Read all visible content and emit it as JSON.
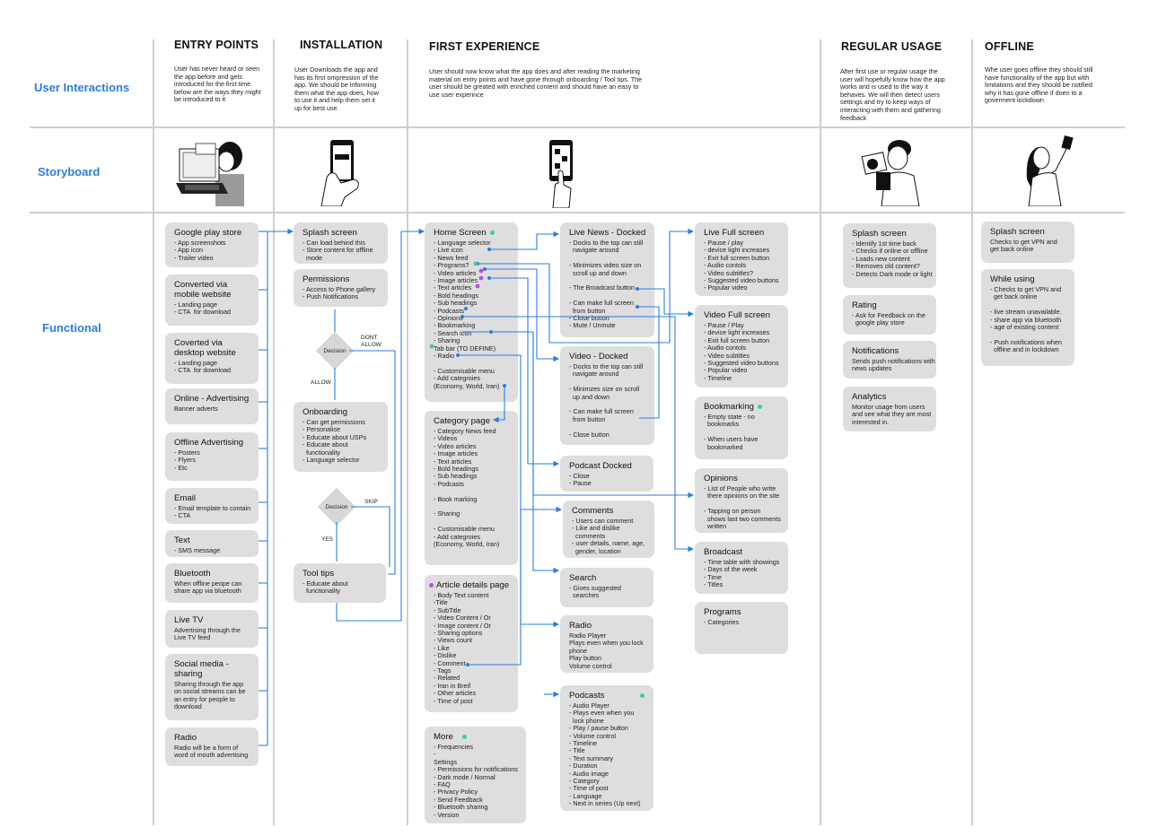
{
  "rows": {
    "user_interactions": "User Interactions",
    "storyboard": "Storyboard",
    "functional": "Functional"
  },
  "columns": [
    {
      "title": "ENTRY POINTS",
      "desc": "User has never heard or seen the app before and gets introduced for the first time. below are the ways they might be introduced to it"
    },
    {
      "title": "INSTALLATION",
      "desc": "User Downloads the app and has its first ompression of the app. We should be informing them what the app does, how to use it and help them set it up for best use."
    },
    {
      "title": "FIRST EXPERIENCE",
      "desc": "User should now know what the app does and after reading the marketing material on entry points and have gone through onboarding / Tool tips. The user should be greated with enriched content and should have an easy to use user experince"
    },
    {
      "title": "REGULAR USAGE",
      "desc": "After first use or regular usage the user will hopefully know how the app works and is used to the way it behaves. We will then detect users settings and try to keep ways of interacting with them and gathering feedback"
    },
    {
      "title": "OFFLINE",
      "desc": "Whe user goes offline they should still have functionality of the app but with limitations and they should be notified why it has gone offline if doen to a goverment lockdown"
    }
  ],
  "colors": {
    "accent": "#2a7de1",
    "green_dot": "#3ecf8e",
    "purple_dot": "#c04be0",
    "card": "#dedede"
  },
  "entry_cards": [
    {
      "title": "Google play store",
      "items": [
        "- App screenshots",
        "- App icon",
        "- Trailer video"
      ]
    },
    {
      "title": "Converted via\nmobile website",
      "items": [
        "- Landing page",
        "- CTA  for download"
      ]
    },
    {
      "title": "Coverted via\ndesktop website",
      "items": [
        "- Landing page",
        "- CTA  for download"
      ]
    },
    {
      "title": "Online - Advertising",
      "items": [
        "Banner adverts"
      ]
    },
    {
      "title": "Offline Advertising",
      "items": [
        "- Posters",
        "- Flyers",
        "- Etc"
      ]
    },
    {
      "title": "Email",
      "items": [
        "- Email template to contain",
        "- CTA"
      ]
    },
    {
      "title": "Text",
      "items": [
        "- SMS message"
      ]
    },
    {
      "title": "Bluetooth",
      "items": [
        "When offline peope can",
        "share app via bluetooth"
      ]
    },
    {
      "title": "Live TV",
      "items": [
        "Advertising through the",
        "Live TV feed"
      ]
    },
    {
      "title": "Social media -\nsharing",
      "items": [
        "Sharing through the app",
        "on social streams can be",
        "an entry for people to",
        "download"
      ]
    },
    {
      "title": "Radio",
      "items": [
        "Radio will be a form of",
        "word of mouth advertising"
      ]
    }
  ],
  "install": {
    "splash": {
      "title": "Splash screen",
      "items": [
        "- Can load behind this",
        "- Store content for offline",
        "  mode"
      ]
    },
    "permissions": {
      "title": "Permissions",
      "items": [
        "- Access to Phone gallery",
        "- Push Notifications"
      ]
    },
    "decision1": "Decision",
    "dont_allow": "DONT\nALLOW",
    "allow": "ALLOW",
    "onboarding": {
      "title": "Onboarding",
      "items": [
        "- Can get permissions",
        "- Personalise",
        "- Educate about USPs",
        "- Educate about",
        "  functionality",
        "- Language selector"
      ]
    },
    "decision2": "Decision",
    "skip": "SKIP",
    "yes": "YES",
    "tooltips": {
      "title": "Tool tips",
      "items": [
        "- Educate about",
        "  functionality"
      ]
    }
  },
  "first": {
    "home": {
      "title": "Home Screen",
      "items": [
        "- Language selector",
        "- Live icon",
        "- News feed",
        "- Programs?",
        "- Video articles",
        "- Image articles",
        "- Text articles",
        "- Bold headings",
        "- Sub headings",
        "- Podcasts",
        "- Opinions",
        "- Bookmarking",
        "- Search icon",
        "- Sharing",
        "Tab bar (TO DEFINE)",
        "- Radio",
        "",
        "- Customisable menu",
        "- Add categroies",
        "(Economy, World, Iran)"
      ]
    },
    "category": {
      "title": "Category page",
      "items": [
        "- Category News feed",
        "- Videos",
        "- Video articles",
        "- Image articles",
        "- Text articles",
        "- Bold headings",
        "- Sub headings",
        "- Podcasts",
        "",
        "- Book marking",
        "",
        "- Sharing",
        "",
        "- Customisable menu",
        "- Add categroies",
        "(Economy, World, Iran)"
      ]
    },
    "article": {
      "title": "Article details page",
      "items": [
        "- Body Text content",
        "-Title",
        "- SubTitle",
        "- Video Content / Or",
        "- Image content / Or",
        "- Sharing options",
        "- Views count",
        "- Like",
        "- Dislike",
        "- Comment",
        "- Tags",
        "- Related",
        "- Iran in Breif",
        "- Other articles",
        "- Time of post"
      ]
    },
    "more": {
      "title": "More",
      "items": [
        "- Frequencies",
        "-",
        "Settings",
        "- Permissions for notifications",
        "- Dark mode / Normal",
        "- FAQ",
        "- Privacy Policy",
        "- Send Feedback",
        "- Bluetooth sharing",
        "- Version"
      ]
    },
    "live_docked": {
      "title": "Live News - Docked",
      "items": [
        "- Docks to the top can still",
        "  navigate around",
        "",
        "- Minimizes video size on",
        "  scroll up and down",
        "",
        "- The Broadcast button",
        "",
        "- Can make full screen",
        "  from button",
        "- Close button",
        "- Mute / Unmute"
      ]
    },
    "video_docked": {
      "title": "Video - Docked",
      "items": [
        "- Docks to the top can still",
        "  navigate around",
        "",
        "- Minimzes size on scroll",
        "  up and down",
        "",
        "- Can make full screen",
        "  from button",
        "",
        "- Close button"
      ]
    },
    "podcast_docked": {
      "title": "Podcast Docked",
      "items": [
        "- Close",
        "- Pause"
      ]
    },
    "comments": {
      "title": "Comments",
      "items": [
        "- Users can comment",
        "- Like and dislike",
        "  comments",
        "- user details, name, age,",
        "  gender, location"
      ]
    },
    "search": {
      "title": "Search",
      "items": [
        "- Gives suggested",
        "  searches"
      ]
    },
    "radio": {
      "title": "Radio",
      "items": [
        "Radio Player",
        "Plays even when you lock",
        "phone",
        "Play button",
        "Volume control"
      ]
    },
    "podcasts": {
      "title": "Podcasts",
      "items": [
        "- Audio Player",
        "- Plays even when you",
        "  lock phone",
        "- Play / pause button",
        "- Volume control",
        "- Timeline",
        "- Title",
        "- Text summary",
        "- Duration",
        "- Audio image",
        "- Category",
        "- Time of post",
        "- Language",
        "- Next in series (Up next)"
      ]
    },
    "live_full": {
      "title": "Live Full screen",
      "items": [
        "- Pause / play",
        "- device light increases",
        "- Exit full screen button",
        "- Audio contols",
        "- Video subtitles?",
        "- Suggested video buttons",
        "- Popular video"
      ]
    },
    "video_full": {
      "title": "Video Full screen",
      "items": [
        "- Pause / Play",
        "- device light increases",
        "- Exit full screen button",
        "- Audio contols",
        "- Video subtitles",
        "- Suggested video buttons",
        "- Popular video",
        "- Timeline"
      ]
    },
    "bookmarking": {
      "title": "Bookmarking",
      "items": [
        "- Empty state - no",
        "  bookmarks",
        "",
        "- When users have",
        "  bookmarked"
      ]
    },
    "opinions": {
      "title": "Opinions",
      "items": [
        "- List of People who write",
        "  there opinions on the site",
        "",
        "- Tapping on person",
        "  shows last two comments",
        "  written"
      ]
    },
    "broadcast": {
      "title": "Broadcast",
      "items": [
        "- Time table with showings",
        "- Days of the week",
        "- Time",
        "- Titles"
      ]
    },
    "programs": {
      "title": "Programs",
      "items": [
        "- Categories"
      ]
    }
  },
  "regular": [
    {
      "title": "Splash screen",
      "items": [
        "- Identify 1st time back",
        "- Checks if online or offline",
        "- Loads new content",
        "- Removes old content?",
        "- Detects Dark mode or light"
      ]
    },
    {
      "title": "Rating",
      "items": [
        "- Ask for Feedback on the",
        "  google play store"
      ]
    },
    {
      "title": "Notifications",
      "items": [
        "Sends push notifications with",
        "news updates"
      ]
    },
    {
      "title": "Analytics",
      "items": [
        "Monitor usage from users",
        "and see what they are most",
        "interested in."
      ]
    }
  ],
  "offline": [
    {
      "title": "Splash screen",
      "items": [
        "Checks to get VPN and",
        "get back online"
      ]
    },
    {
      "title": "While using",
      "items": [
        "- Checks to get VPN and",
        "  get back online",
        "",
        "- live stream unavailable.",
        "- share app via bluetooth",
        "- age of existing content",
        "",
        "- Push notifications when",
        "  offline and in lockdown"
      ]
    }
  ]
}
